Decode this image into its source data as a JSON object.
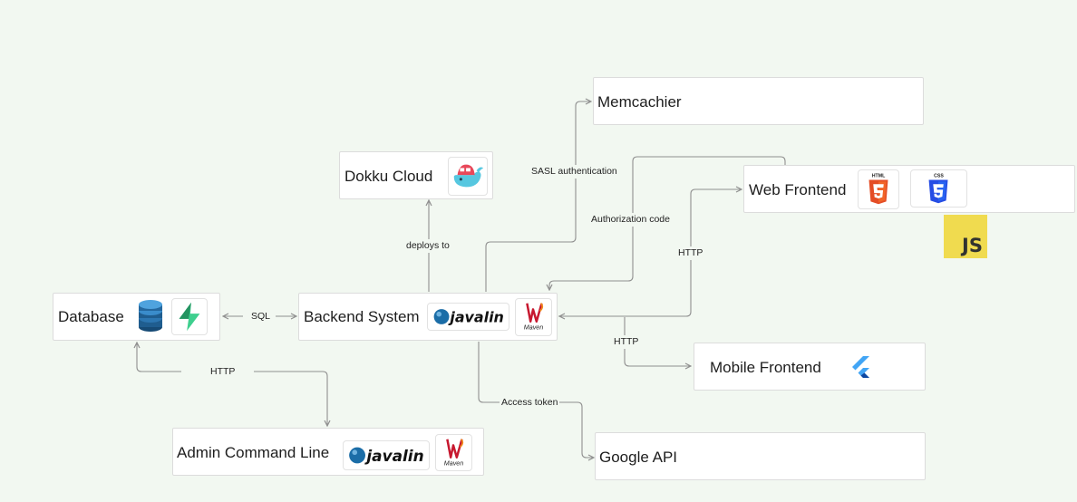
{
  "nodes": {
    "database": {
      "label": "Database"
    },
    "backend": {
      "label": "Backend System"
    },
    "dokku": {
      "label": "Dokku Cloud"
    },
    "memcachier": {
      "label": "Memcachier"
    },
    "web_frontend": {
      "label": "Web Frontend"
    },
    "mobile_frontend": {
      "label": "Mobile Frontend"
    },
    "google_api": {
      "label": "Google API"
    },
    "admin_cli": {
      "label": "Admin Command Line"
    }
  },
  "edges": {
    "sql": "SQL",
    "deploys_to": "deploys to",
    "sasl": "SASL authentication",
    "auth_code": "Authorization code",
    "http_web": "HTTP",
    "http_mobile": "HTTP",
    "access_token": "Access token",
    "http_admin": "HTTP"
  },
  "logos": {
    "javalin": "javalin",
    "maven": "Maven",
    "html5": "HTML",
    "css3": "CSS",
    "js": "JS"
  },
  "colors": {
    "background": "#f2f8f1",
    "edge": "#8f8f8f",
    "javalin_blue": "#1b6da7",
    "maven_red": "#c7182f",
    "html5_orange": "#e44d26",
    "css3_blue": "#264de4",
    "js_yellow": "#f0db4f",
    "supabase_green": "#3ecf8e",
    "flutter_blue": "#42a5f5",
    "database_blue": "#1f5d8f"
  }
}
